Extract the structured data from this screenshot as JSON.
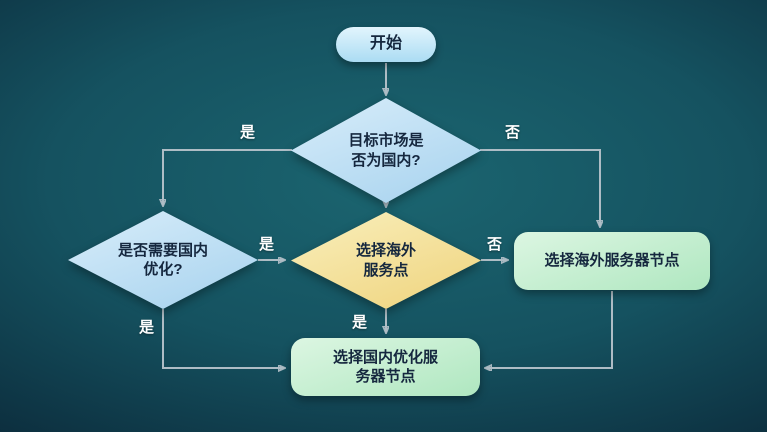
{
  "nodes": {
    "start": {
      "label": "开始"
    },
    "decision_market": {
      "label": "目标市场是\n否为国内?"
    },
    "decision_domestic_opt": {
      "label": "是否需要国内\n优化?"
    },
    "decision_overseas_point": {
      "label": "选择海外\n服务点"
    },
    "process_overseas_server": {
      "label": "选择海外服务器节点"
    },
    "process_domestic_server": {
      "label": "选择国内优化服\n务器节点"
    }
  },
  "edge_labels": {
    "market_yes": "是",
    "market_no": "否",
    "domestic_opt_yes_right": "是",
    "domestic_opt_yes_down": "是",
    "overseas_point_no": "否",
    "overseas_point_yes": "是"
  },
  "colors": {
    "background_center": "#1b6570",
    "background_edge": "#081826",
    "node_blue": "#a6d2ee",
    "node_yellow": "#efd37c",
    "node_green": "#afe7c0",
    "node_text": "#15273e",
    "edge_line": "#b7c3cb",
    "edge_label_text": "#ffffff"
  }
}
